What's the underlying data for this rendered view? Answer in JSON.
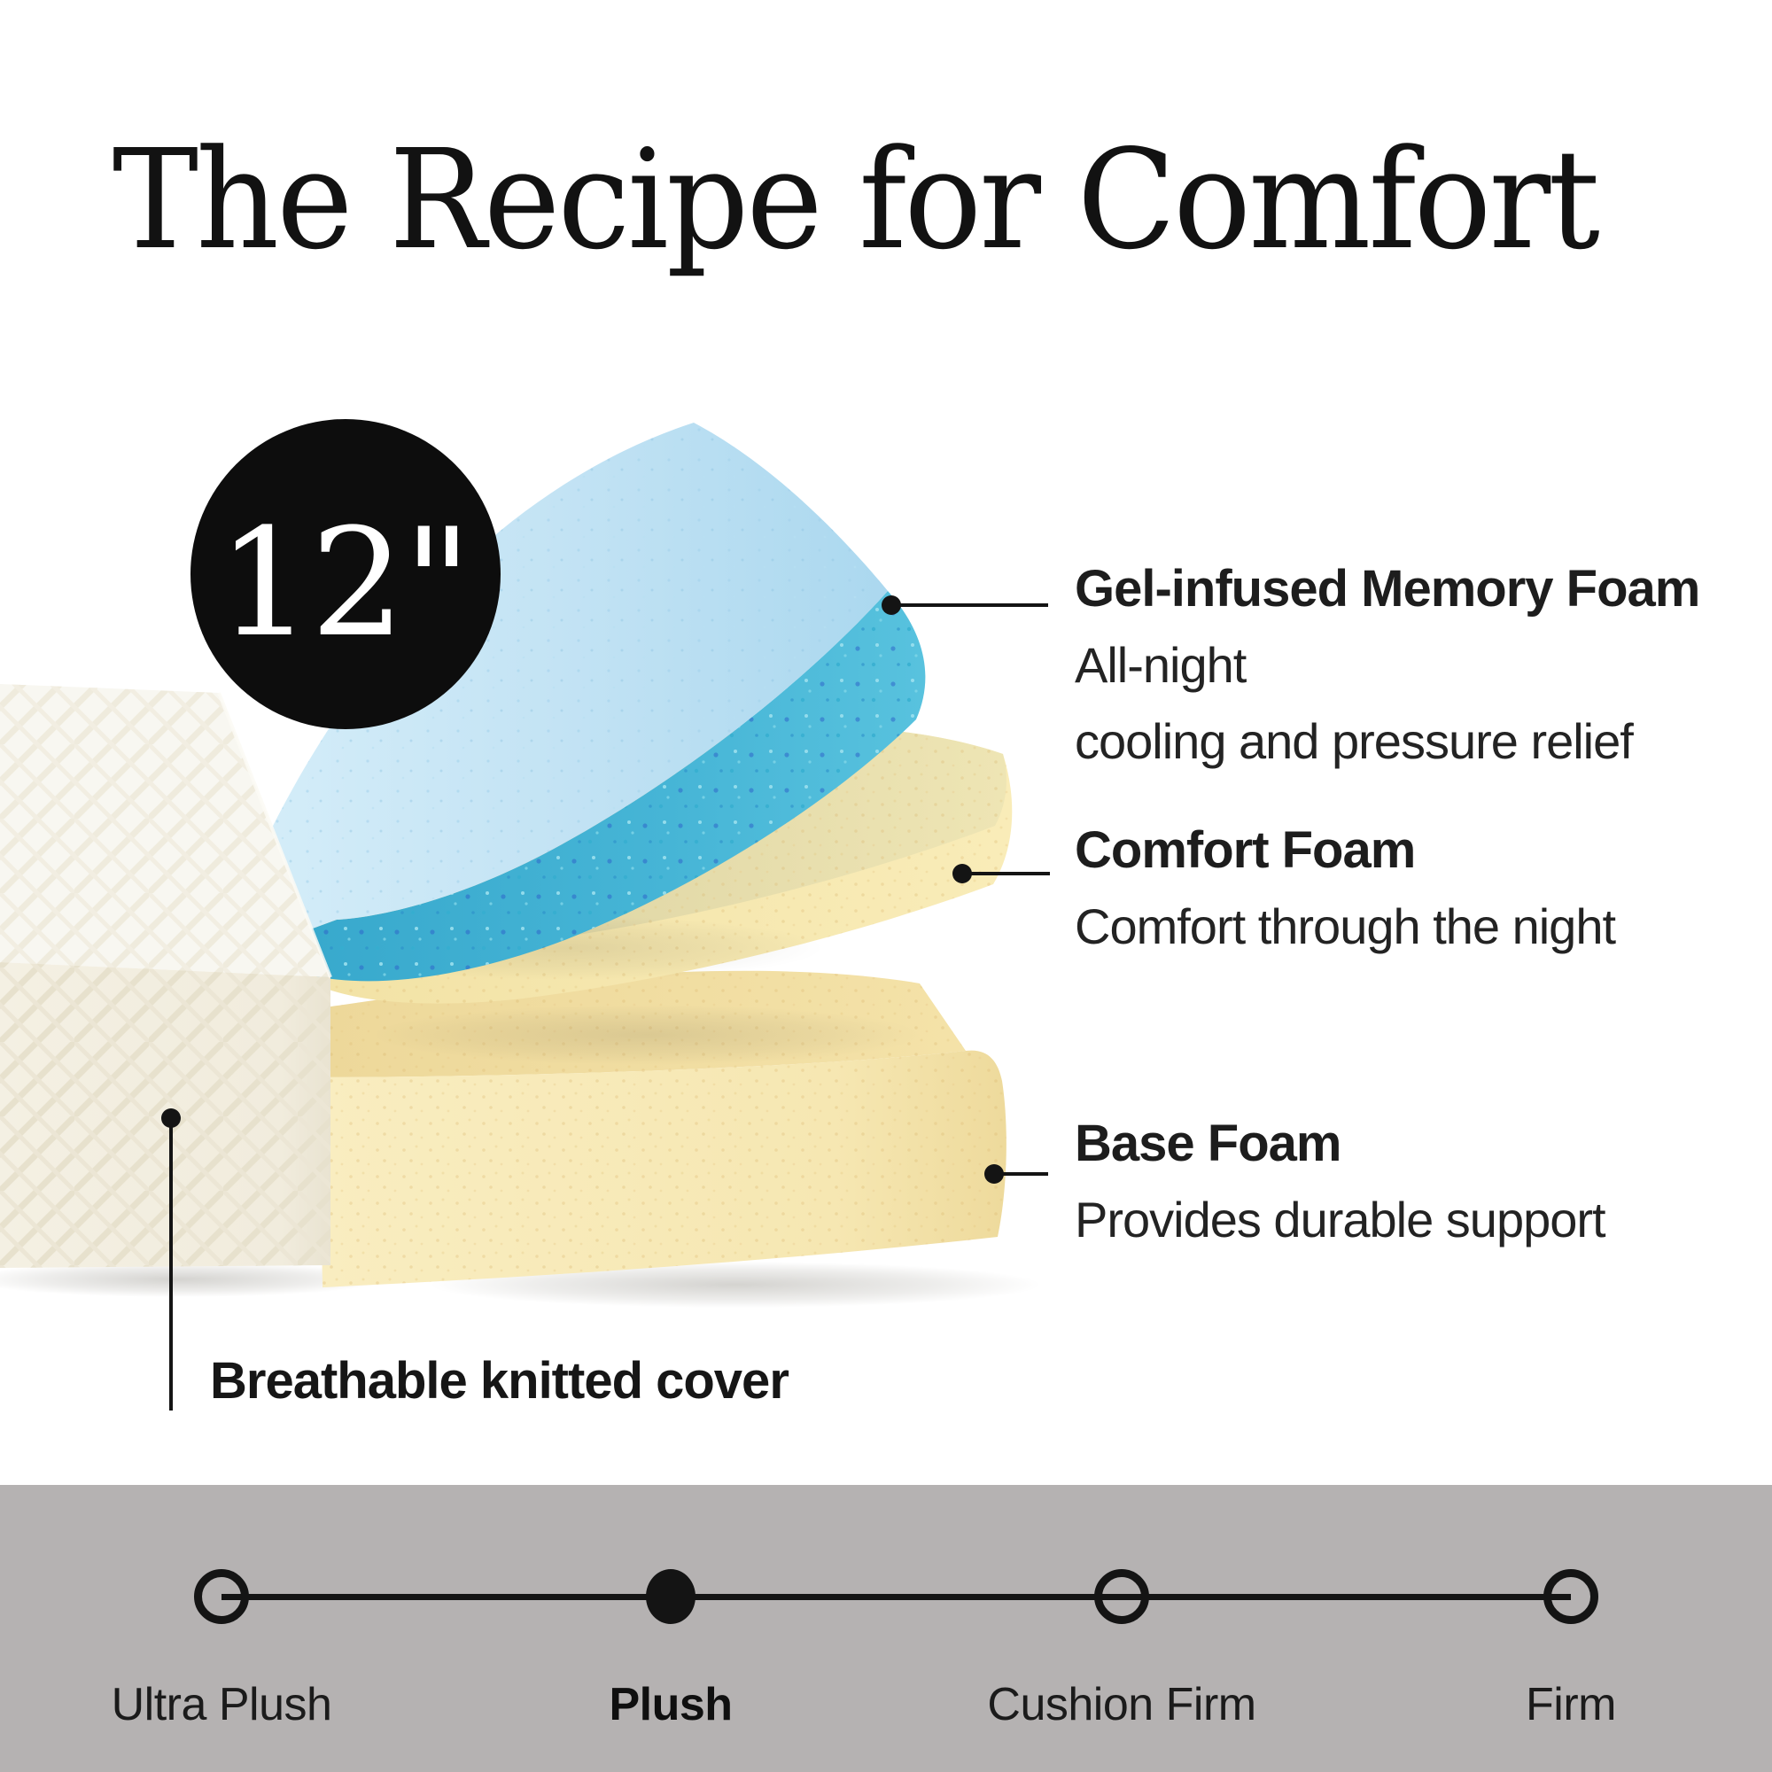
{
  "title": "The Recipe for Comfort",
  "badge": {
    "height_label": "12\""
  },
  "callouts": {
    "gel": {
      "title": "Gel-infused Memory Foam",
      "line1": "All-night",
      "line2": "cooling and pressure relief"
    },
    "comfort": {
      "title": "Comfort Foam",
      "line1": "Comfort through the night"
    },
    "base": {
      "title": "Base Foam",
      "line1": "Provides durable support"
    },
    "cover": {
      "label": "Breathable knitted cover"
    }
  },
  "firmness_scale": {
    "options": [
      {
        "label": "Ultra Plush",
        "selected": false
      },
      {
        "label": "Plush",
        "selected": true
      },
      {
        "label": "Cushion Firm",
        "selected": false
      },
      {
        "label": "Firm",
        "selected": false
      }
    ]
  },
  "layers": {
    "gel_foam": {
      "name": "Gel-infused Memory Foam",
      "top_color": "#c3e2f3",
      "edge_color": "#46b3d4"
    },
    "comfort_foam": {
      "name": "Comfort Foam",
      "top_color": "#e2d9a8",
      "front_color": "#f7e8b0"
    },
    "base_foam": {
      "name": "Base Foam",
      "top_color": "#f0dda1",
      "front_color": "#f6e7b2"
    },
    "cover": {
      "name": "Breathable knitted cover",
      "color": "#f3efe2"
    }
  },
  "colors": {
    "badge_bg": "#0d0d0d",
    "text": "#1d1d1d",
    "band_bg": "#b5b2b2",
    "line": "#141414",
    "background": "#ffffff"
  }
}
